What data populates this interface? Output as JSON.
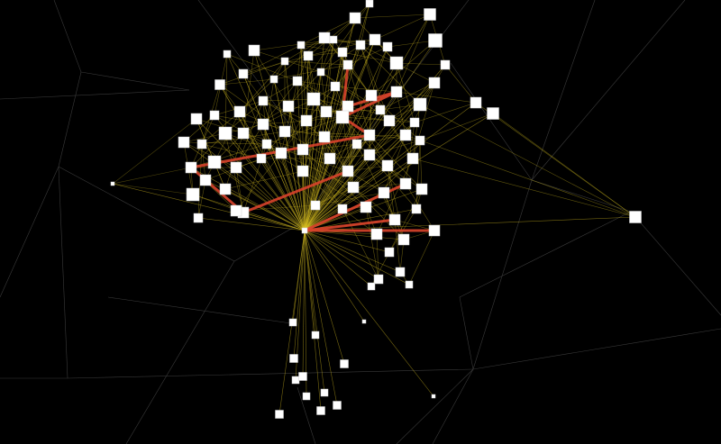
{
  "graph": {
    "type": "network-graph",
    "background_color": "#000000",
    "edge_color": "#d8c020",
    "edge_opacity": 0.55,
    "strong_edge_color": "#d9432b",
    "hub_node": "hub",
    "node_color": "#ffffff",
    "grid_color": "#3a3a3a",
    "strong_edges": [
      [
        "n21",
        "n44"
      ],
      [
        "n44",
        "n45"
      ],
      [
        "n44",
        "n38"
      ],
      [
        "n45",
        "n52"
      ],
      [
        "hub",
        "n70"
      ],
      [
        "hub",
        "n68"
      ],
      [
        "hub",
        "n64"
      ],
      [
        "n52",
        "n56"
      ],
      [
        "n38",
        "n36"
      ],
      [
        "n56",
        "n60"
      ]
    ]
  }
}
